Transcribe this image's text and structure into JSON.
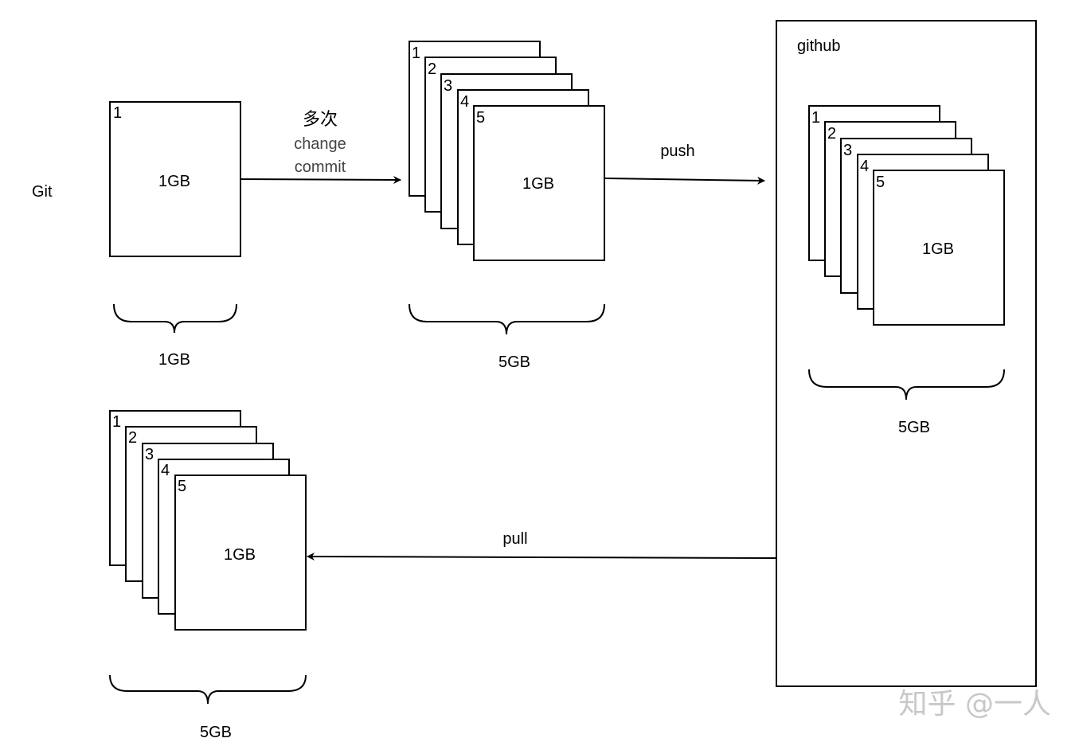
{
  "git_label": "Git",
  "single": {
    "page_number": "1",
    "size": "1GB",
    "brace_label": "1GB"
  },
  "transition": {
    "line1": "多次",
    "line2": "change",
    "line3": "commit"
  },
  "local_commits": {
    "page_numbers": [
      "1",
      "2",
      "3",
      "4",
      "5"
    ],
    "size": "1GB",
    "brace_label": "5GB"
  },
  "push_label": "push",
  "github": {
    "title": "github",
    "page_numbers": [
      "1",
      "2",
      "3",
      "4",
      "5"
    ],
    "size": "1GB",
    "brace_label": "5GB"
  },
  "pull_label": "pull",
  "pulled_commits": {
    "page_numbers": [
      "1",
      "2",
      "3",
      "4",
      "5"
    ],
    "size": "1GB",
    "brace_label": "5GB"
  },
  "watermark": "知乎 @一人",
  "colors": {
    "stroke": "#000000",
    "transition_text": "#444444",
    "watermark": "#c8c8c8"
  }
}
